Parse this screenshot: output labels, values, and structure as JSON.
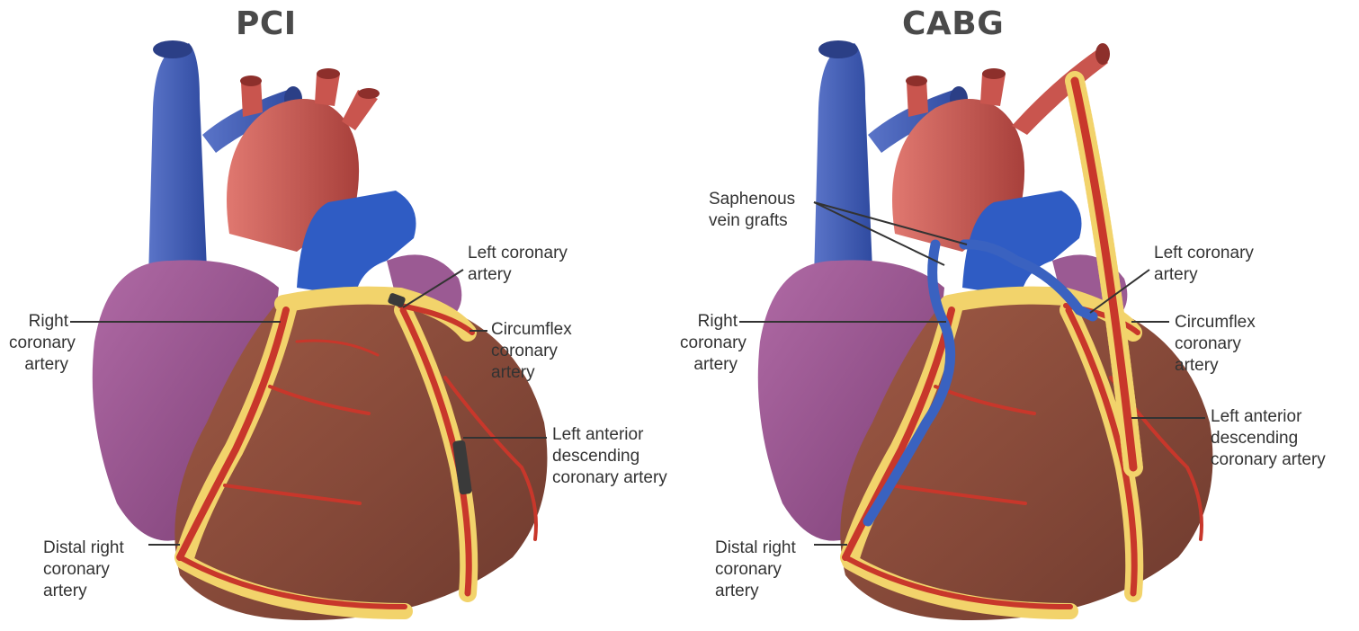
{
  "panels": {
    "left": {
      "title": "PCI",
      "labels": {
        "right_coronary": "Right\ncoronary\nartery",
        "left_coronary": "Left coronary\nartery",
        "circumflex": "Circumflex\ncoronary\nartery",
        "lad": "Left anterior\ndescending\ncoronary artery",
        "distal_right": "Distal right\ncoronary\nartery"
      }
    },
    "right": {
      "title": "CABG",
      "labels": {
        "saphenous": "Saphenous\nvein grafts",
        "right_coronary": "Right\ncoronary\nartery",
        "left_coronary": "Left coronary\nartery",
        "circumflex": "Circumflex\ncoronary\nartery",
        "lad": "Left anterior\ndescending\ncoronary artery",
        "distal_right": "Distal right\ncoronary\nartery"
      }
    }
  },
  "colors": {
    "vein_blue": "#3f5fb8",
    "aorta_red": "#c9554e",
    "atrium_purple": "#9b5a93",
    "ventricle_brown": "#8a4d3c",
    "fat_yellow": "#f2d36b",
    "artery_red": "#c8372b",
    "graft_blue": "#3a62c0"
  }
}
